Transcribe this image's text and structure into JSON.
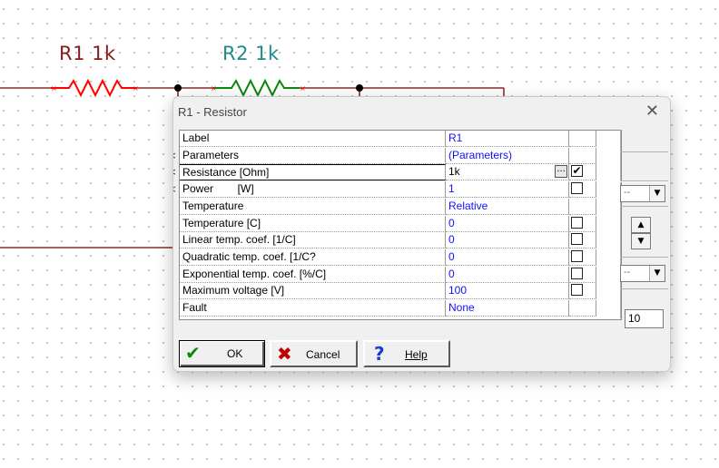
{
  "schematic": {
    "r1": {
      "name": "R1",
      "value": "1k"
    },
    "r2": {
      "name": "R2",
      "value": "1k"
    },
    "colors": {
      "r1_label": "#8b1a1a",
      "r2_label": "#1f8a8a",
      "resistor": "#ff0000",
      "resistor_r2": "#0a8a0a",
      "wire": "#6b0000"
    }
  },
  "dialog": {
    "title": "R1 - Resistor",
    "close_icon": "close-icon",
    "rows": [
      {
        "label": "Label",
        "value": "R1",
        "marker": false,
        "checkbox": false,
        "checked": false
      },
      {
        "label": "Parameters",
        "value": "(Parameters)",
        "marker": true,
        "checkbox": false,
        "checked": false
      },
      {
        "label": "Resistance [Ohm]",
        "value": "1k",
        "marker": true,
        "checkbox": true,
        "checked": true,
        "editing": true
      },
      {
        "label": "Power        [W]",
        "value": "1",
        "marker": true,
        "checkbox": true,
        "checked": false
      },
      {
        "label": "Temperature",
        "value": "Relative",
        "marker": false,
        "checkbox": false,
        "checked": false
      },
      {
        "label": "Temperature [C]",
        "value": "0",
        "marker": false,
        "checkbox": true,
        "checked": false
      },
      {
        "label": "Linear temp. coef. [1/C]",
        "value": "0",
        "marker": false,
        "checkbox": true,
        "checked": false
      },
      {
        "label": "Quadratic temp. coef. [1/C?",
        "value": "0",
        "marker": false,
        "checkbox": true,
        "checked": false
      },
      {
        "label": "Exponential temp. coef. [%/C]",
        "value": "0",
        "marker": false,
        "checkbox": true,
        "checked": false
      },
      {
        "label": "Maximum voltage [V]",
        "value": "100",
        "marker": false,
        "checkbox": true,
        "checked": false
      },
      {
        "label": "Fault",
        "value": "None",
        "marker": false,
        "checkbox": false,
        "checked": false
      }
    ],
    "ellipsis": "...",
    "side": {
      "combo1": "--",
      "combo2": "--",
      "spin_up": "▲",
      "spin_down": "▼",
      "number": "10"
    },
    "buttons": {
      "ok": {
        "label": "OK",
        "icon": "checkmark-icon"
      },
      "cancel": {
        "label": "Cancel",
        "icon": "x-icon"
      },
      "help": {
        "label": "Help",
        "icon": "question-icon"
      }
    }
  }
}
